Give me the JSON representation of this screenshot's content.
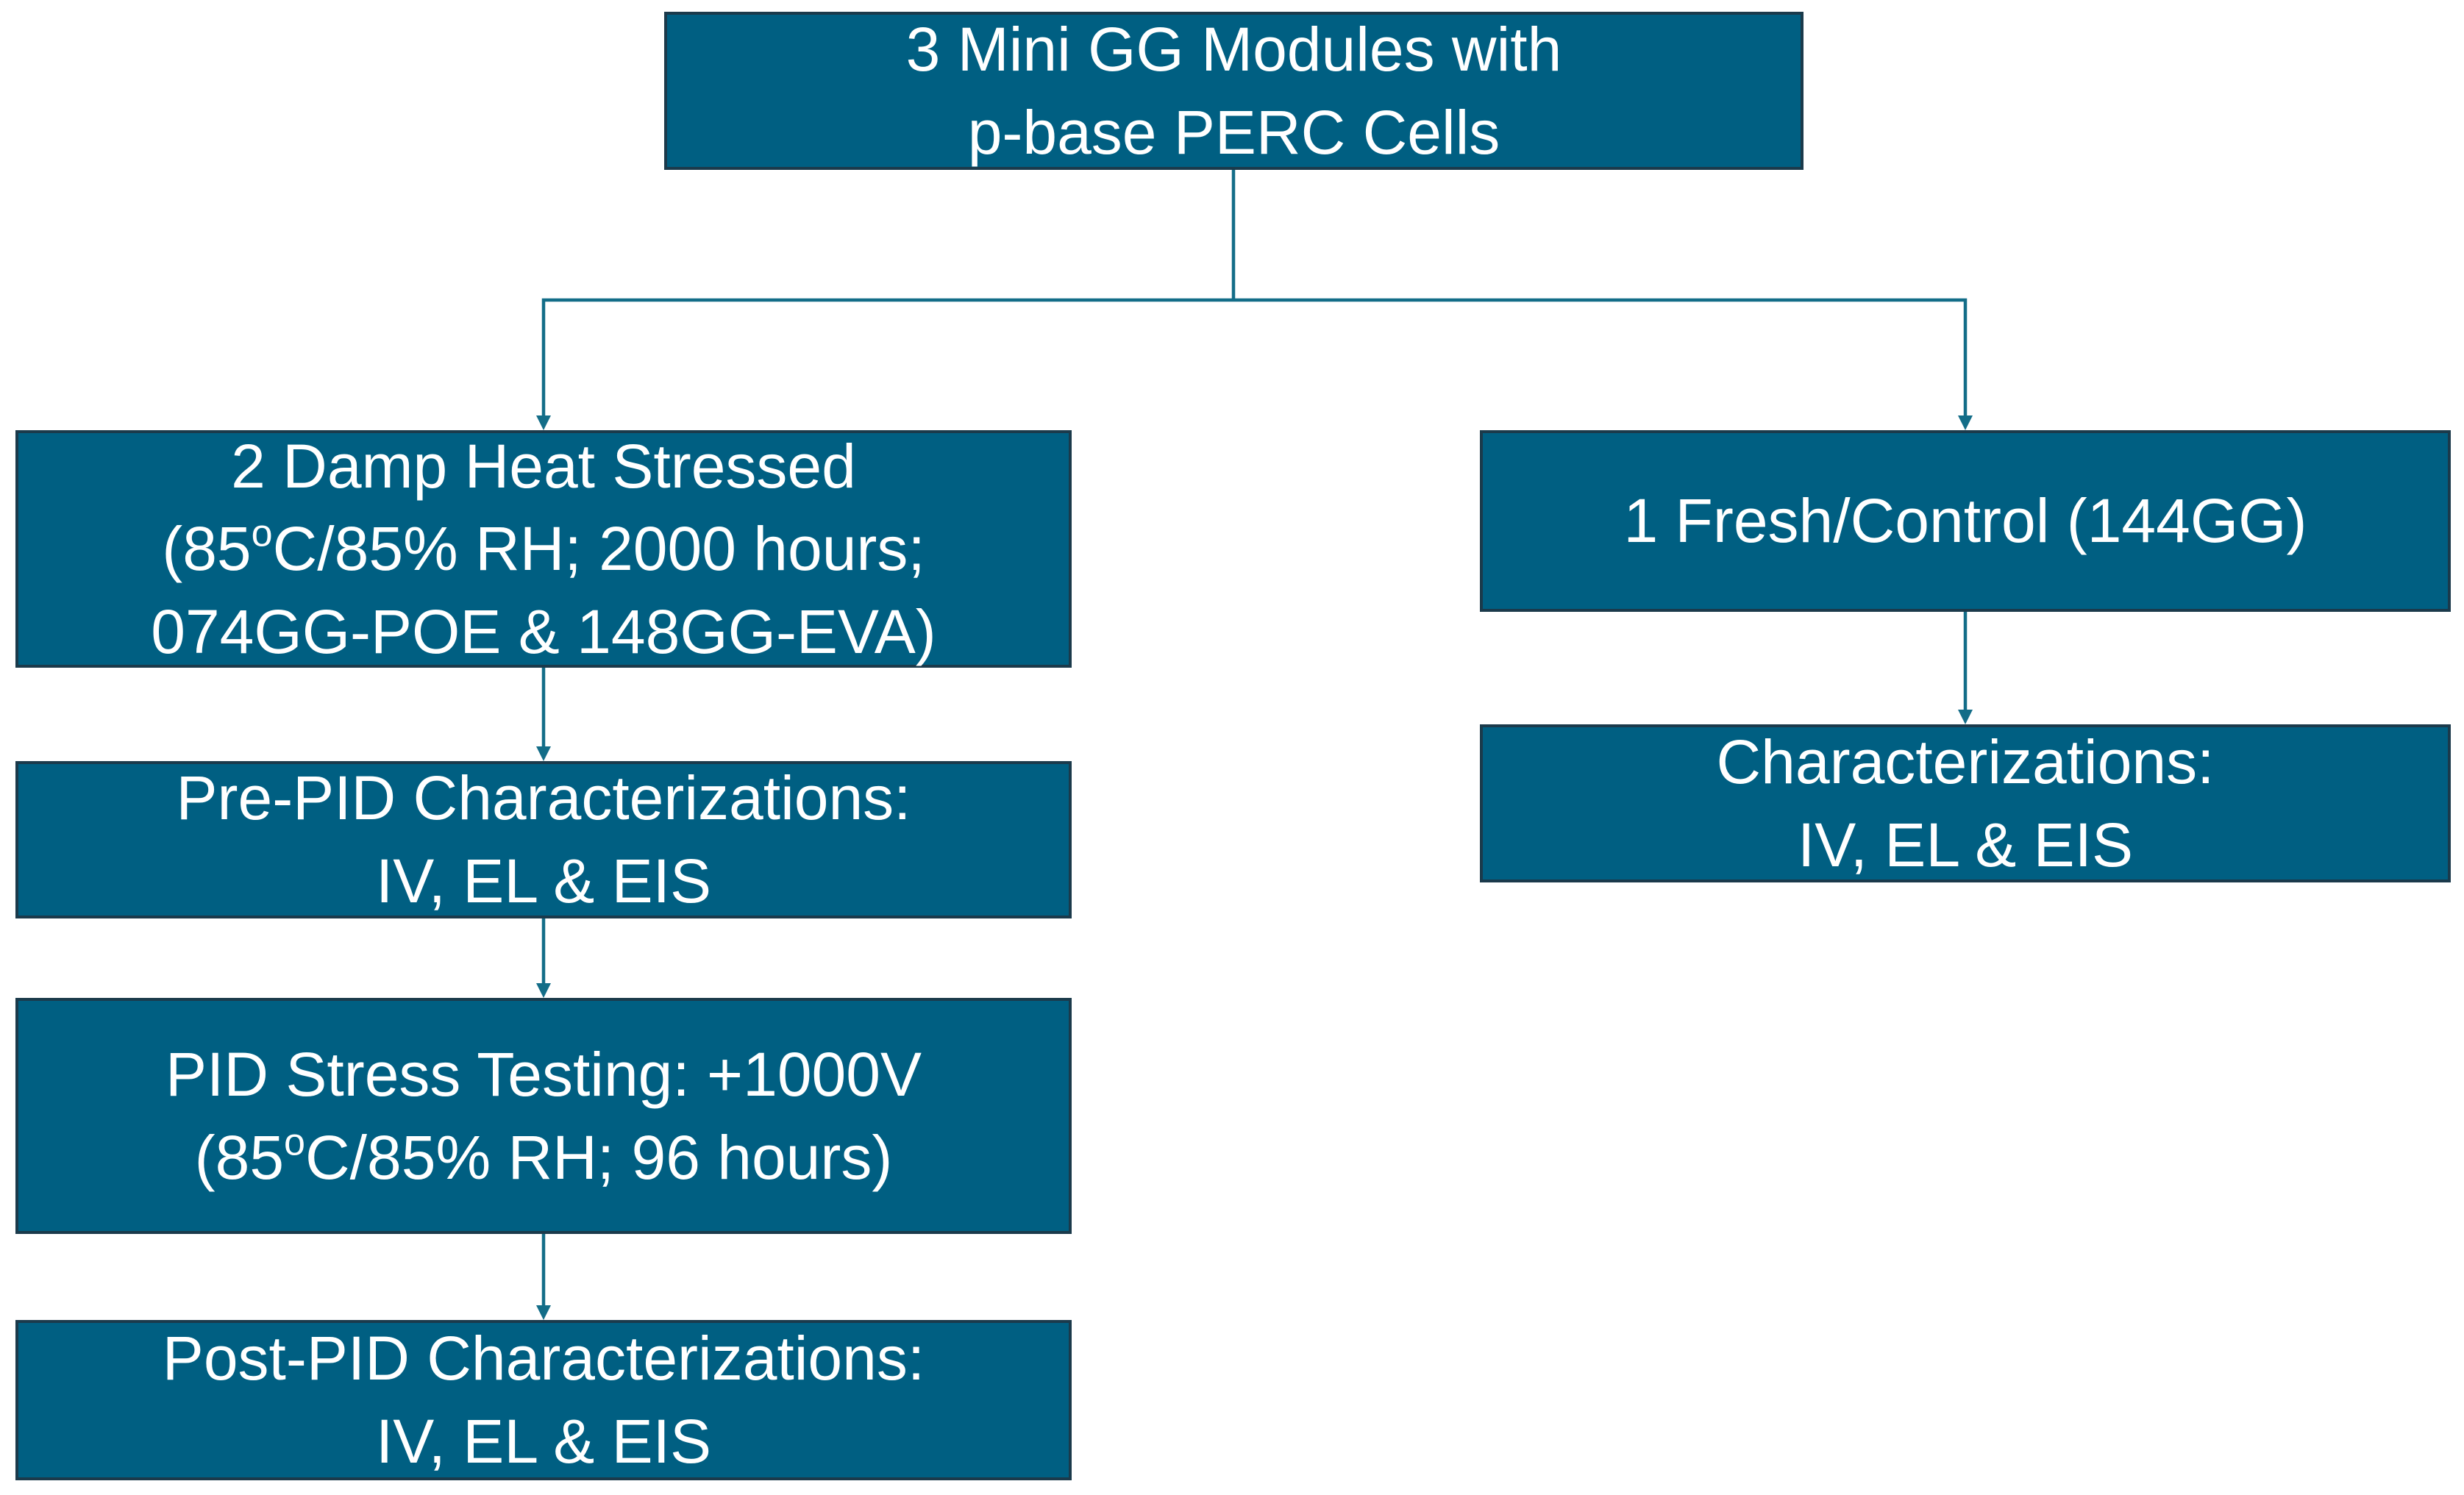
{
  "diagram": {
    "nodes": [
      {
        "id": "root",
        "lines": [
          "3 Mini GG Modules with",
          "p-base PERC Cells"
        ]
      },
      {
        "id": "damp",
        "lines": [
          "2 Damp Heat Stressed",
          "(85oC/85% RH; 2000 hours;",
          "074GG-POE & 148GG-EVA)"
        ]
      },
      {
        "id": "fresh",
        "lines": [
          "1 Fresh/Control (144GG)"
        ]
      },
      {
        "id": "pre",
        "lines": [
          "Pre-PID Characterizations:",
          "IV, EL & EIS"
        ]
      },
      {
        "id": "char",
        "lines": [
          "Characterizations:",
          "IV, EL & EIS"
        ]
      },
      {
        "id": "pidstress",
        "lines": [
          "PID Stress Testing: +1000V",
          "(85oC/85% RH; 96 hours)"
        ]
      },
      {
        "id": "post",
        "lines": [
          "Post-PID Characterizations:",
          "IV, EL & EIS"
        ]
      }
    ],
    "edges": [
      {
        "from": "root",
        "to": "damp"
      },
      {
        "from": "root",
        "to": "fresh"
      },
      {
        "from": "damp",
        "to": "pre"
      },
      {
        "from": "pre",
        "to": "pidstress"
      },
      {
        "from": "pidstress",
        "to": "post"
      },
      {
        "from": "fresh",
        "to": "char"
      }
    ],
    "colors": {
      "box_fill": "#005f82",
      "box_border": "#1b3a4b",
      "text": "#ffffff",
      "connector": "#136d88"
    }
  }
}
